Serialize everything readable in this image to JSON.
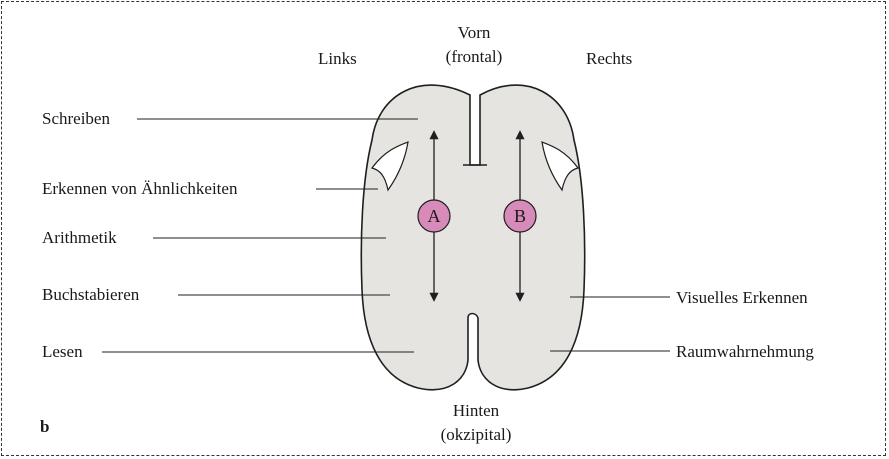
{
  "figure": {
    "panel_letter": "b",
    "direction_labels": {
      "front_line1": "Vorn",
      "front_line2": "(frontal)",
      "back_line1": "Hinten",
      "back_line2": "(okzipital)",
      "left": "Links",
      "right": "Rechts"
    },
    "left_functions": [
      "Schreiben",
      "Erkennen von  Ähnlichkeiten",
      "Arithmetik",
      "Buchstabieren",
      "Lesen"
    ],
    "right_functions": [
      "Visuelles Erkennen",
      "Raumwahrnehmung"
    ],
    "markers": {
      "left": "A",
      "right": "B"
    },
    "colors": {
      "brain_fill": "#e6e4e1",
      "outline": "#1f1f1f",
      "marker_fill": "#d88bb8",
      "text": "#1a1a1a"
    }
  }
}
